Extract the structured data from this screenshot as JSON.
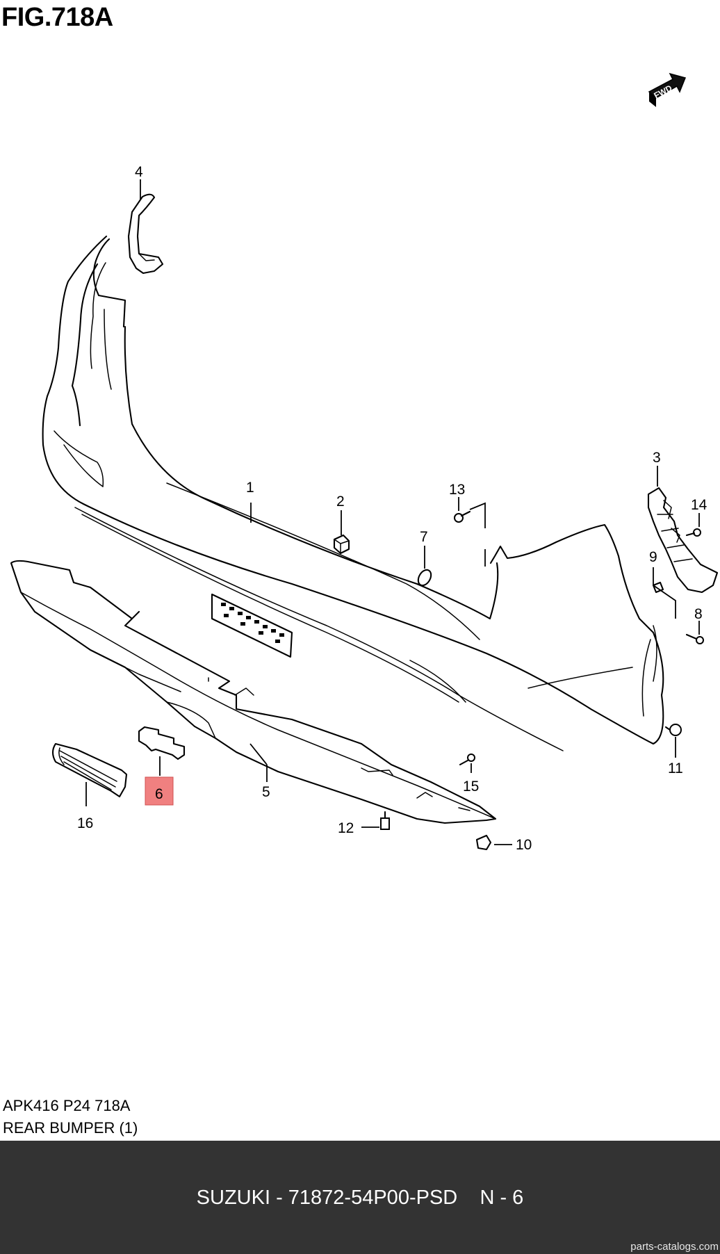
{
  "figure": {
    "title": "FIG.718A",
    "fwd_label": "FWD",
    "highlight_color": "#f08080",
    "highlighted_part": "6",
    "callouts": [
      {
        "id": "c1",
        "label": "1"
      },
      {
        "id": "c2",
        "label": "2"
      },
      {
        "id": "c3",
        "label": "3"
      },
      {
        "id": "c4",
        "label": "4"
      },
      {
        "id": "c5",
        "label": "5"
      },
      {
        "id": "c6",
        "label": "6"
      },
      {
        "id": "c7",
        "label": "7"
      },
      {
        "id": "c8",
        "label": "8"
      },
      {
        "id": "c9",
        "label": "9"
      },
      {
        "id": "c10",
        "label": "10"
      },
      {
        "id": "c11",
        "label": "11"
      },
      {
        "id": "c12",
        "label": "12"
      },
      {
        "id": "c13",
        "label": "13"
      },
      {
        "id": "c14",
        "label": "14"
      },
      {
        "id": "c15",
        "label": "15"
      },
      {
        "id": "c16",
        "label": "16"
      }
    ]
  },
  "caption": {
    "code": "APK416 P24 718A",
    "name": "REAR BUMPER (1)"
  },
  "footer": {
    "title": "SUZUKI - 71872-54P00-PSD    N - 6",
    "footer_bg": "#333333",
    "watermark": "parts-catalogs.com"
  }
}
